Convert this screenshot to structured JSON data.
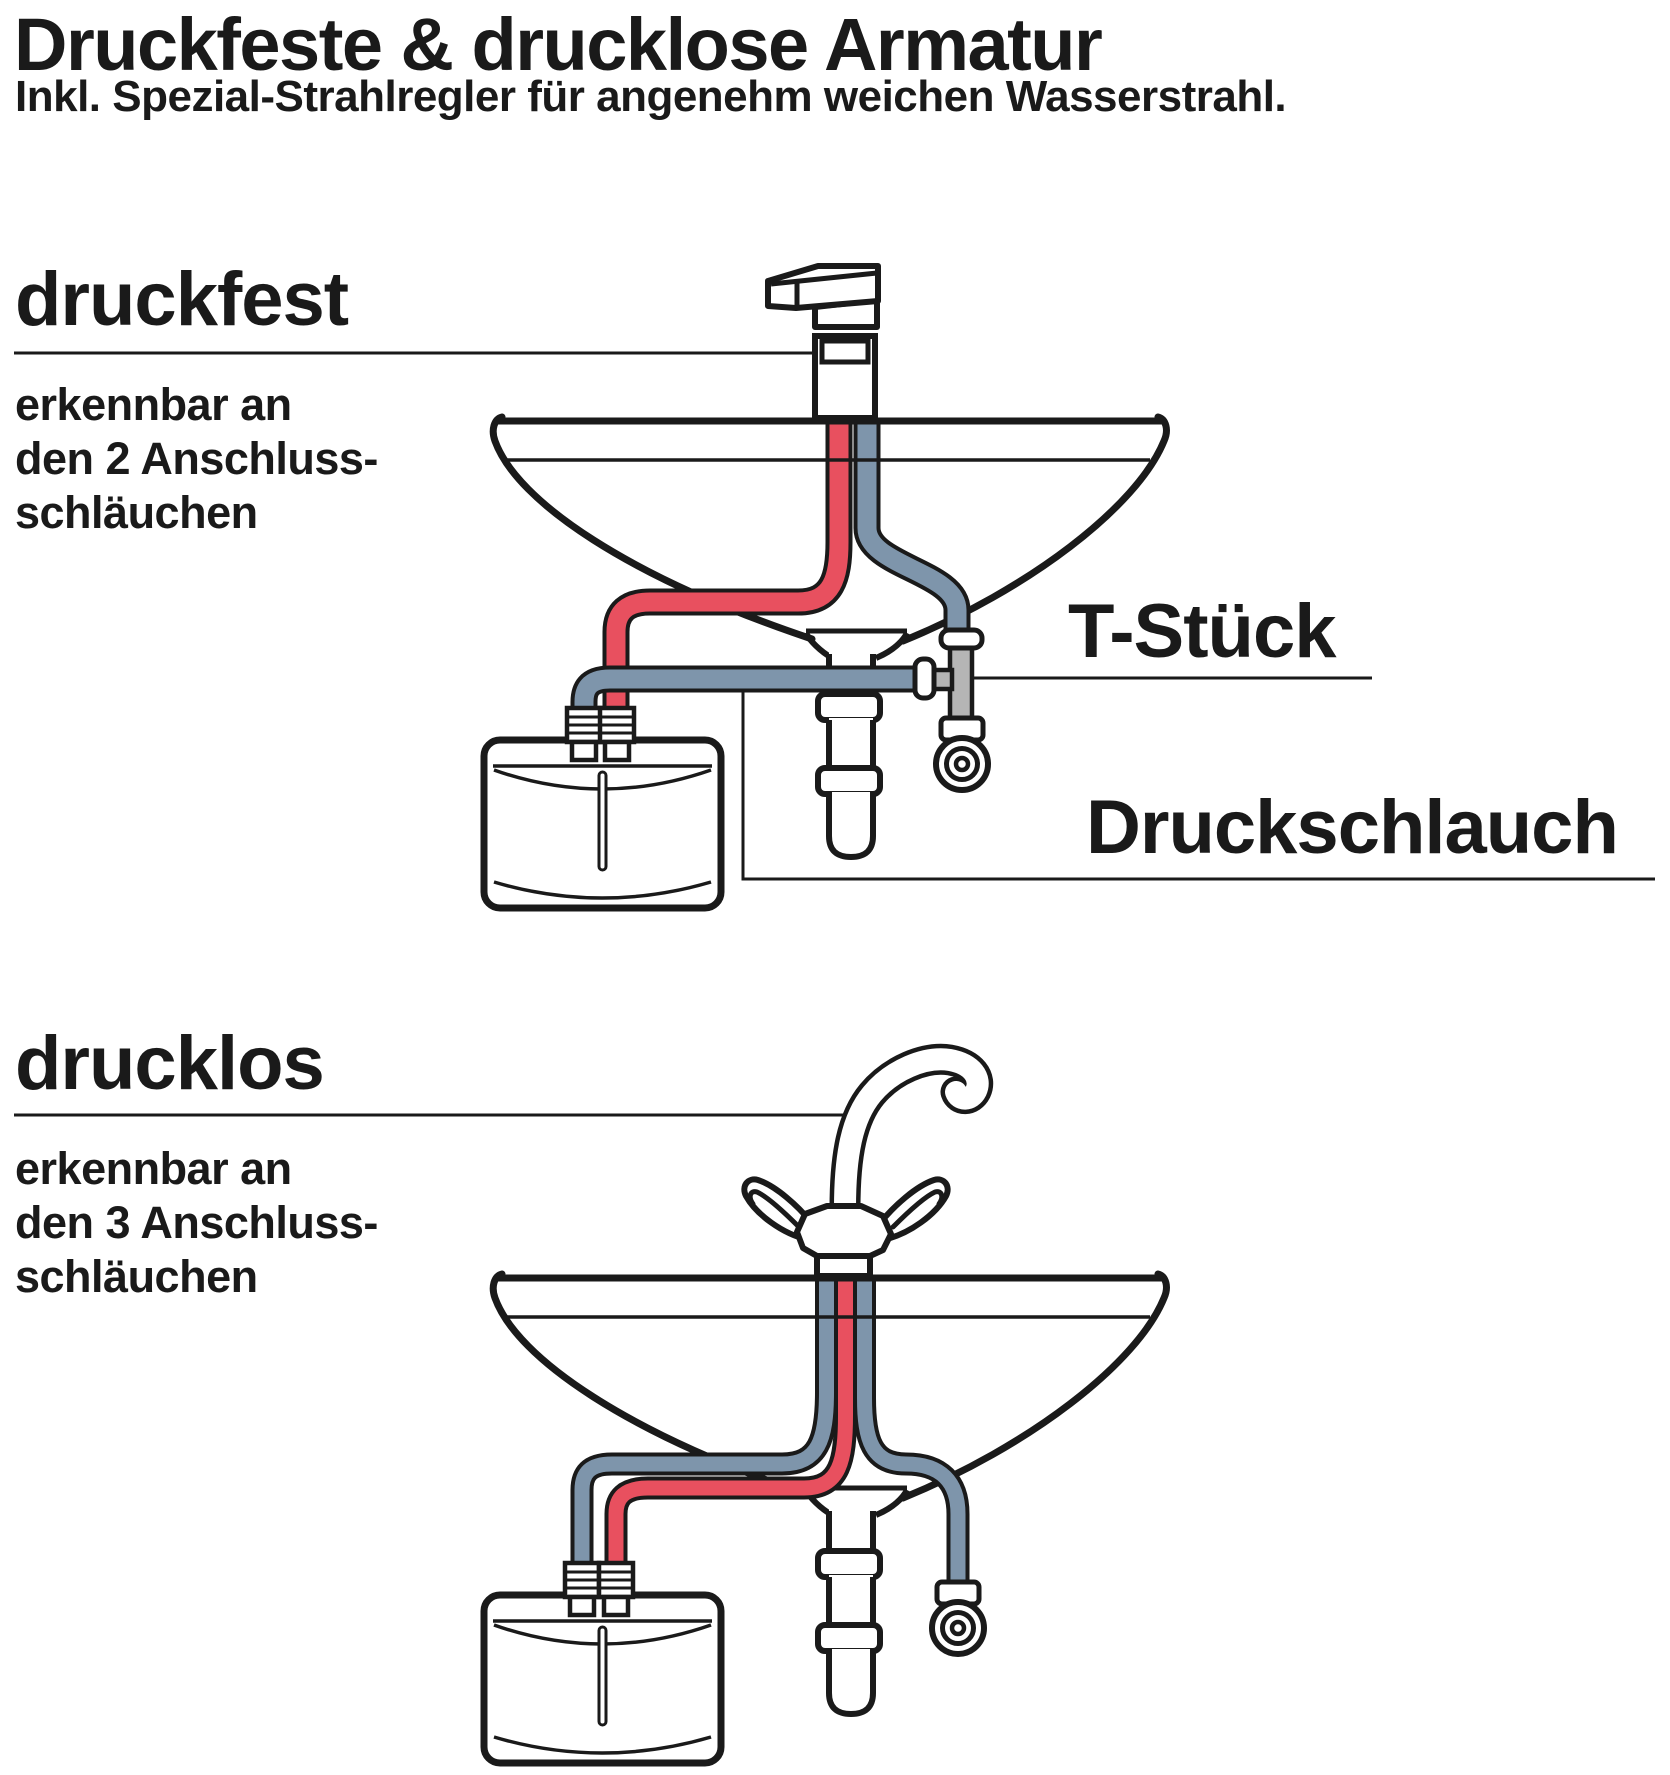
{
  "page": {
    "title": "Druckfeste & drucklose Armatur",
    "subtitle": "Inkl. Spezial-Strahlregler für angenehm weichen Wasserstrahl."
  },
  "sections": [
    {
      "id": "druckfest",
      "heading": "druckfest",
      "description_lines": [
        "erkennbar an",
        "den 2 Anschluss-",
        "schläuchen"
      ],
      "labels": {
        "t_piece": "T-Stück",
        "pressure_hose": "Druckschlauch"
      }
    },
    {
      "id": "drucklos",
      "heading": "drucklos",
      "description_lines": [
        "erkennbar an",
        "den 3 Anschluss-",
        "schläuchen"
      ]
    }
  ],
  "colors": {
    "hot_hose": "#E8505F",
    "cold_hose": "#7E95AB",
    "fitting_gray": "#B5B5B5",
    "line_black": "#1A1A1A",
    "background": "#FFFFFF"
  }
}
